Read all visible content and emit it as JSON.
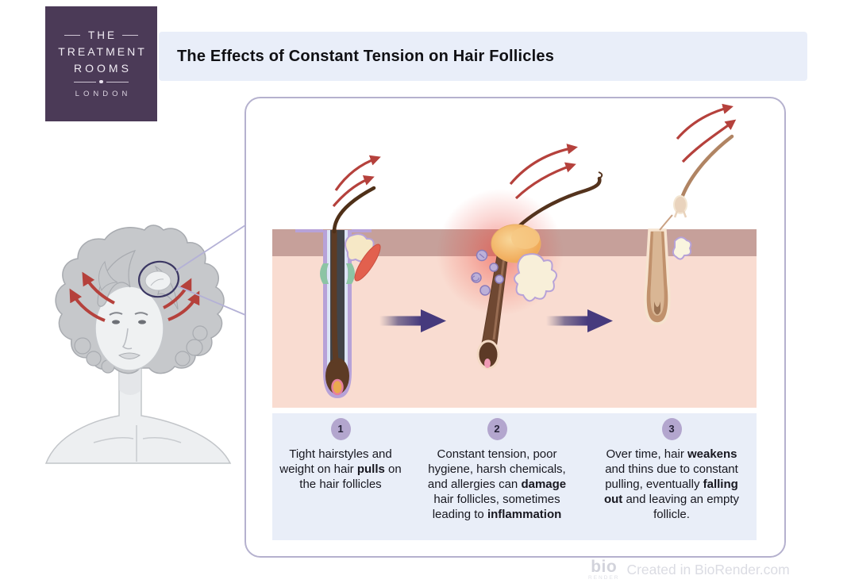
{
  "logo": {
    "line_the": "THE",
    "line_treatment": "TREATMENT",
    "line_rooms": "ROOMS",
    "line_london": "LONDON"
  },
  "header": {
    "title": "The Effects of Constant Tension on Hair Follicles"
  },
  "panel": {
    "stages": [
      {
        "number": "1",
        "caption": [
          {
            "t": "Tight hairstyles and weight on hair ",
            "b": false
          },
          {
            "t": "pulls",
            "b": true
          },
          {
            "t": " on the hair follicles",
            "b": false
          }
        ]
      },
      {
        "number": "2",
        "caption": [
          {
            "t": "Constant tension, poor hygiene, harsh chemicals, and allergies can ",
            "b": false
          },
          {
            "t": "damage",
            "b": true
          },
          {
            "t": " hair follicles, sometimes leading to ",
            "b": false
          },
          {
            "t": "inflammation",
            "b": true
          }
        ]
      },
      {
        "number": "3",
        "caption": [
          {
            "t": "Over time, hair ",
            "b": false
          },
          {
            "t": "weakens",
            "b": true
          },
          {
            "t": " and thins due to constant pulling, eventually ",
            "b": false
          },
          {
            "t": "falling out",
            "b": true
          },
          {
            "t": " and leaving an empty follicle.",
            "b": false
          }
        ]
      }
    ]
  },
  "watermark": {
    "logo": "bio",
    "logo_sub": "RENDER",
    "text": "Created in BioRender.com"
  },
  "colors": {
    "logo-bg": "#4b3a57",
    "logo-text": "#f0ebf3",
    "header-bg": "#e9eef9",
    "title-color": "#101014",
    "panel-border": "#b5b1ce",
    "strip-bg": "#e9eef8",
    "badge-bg": "#b3a6ce",
    "badge-text": "#262338",
    "caption-color": "#17171f",
    "epidermis": "#c6a09a",
    "dermis": "#f9dcd1",
    "stage-arrow": "#463a7d",
    "tension-arrow": "#b5413c",
    "callout": "#b4b1d6",
    "watermark": "#dbdce3"
  }
}
